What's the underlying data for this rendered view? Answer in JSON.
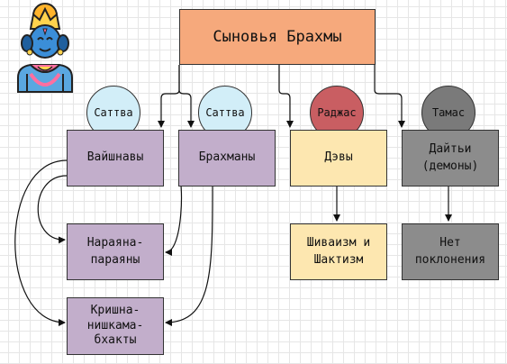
{
  "title": "Сыновья Брахмы",
  "gunas": {
    "sattva_1": "Саттва",
    "sattva_2": "Саттва",
    "rajas": "Раджас",
    "tamas": "Тамас"
  },
  "nodes": {
    "vaishnavas": "Вайшнавы",
    "brahmanas": "Брахманы",
    "devas": "Дэвы",
    "daityas": "Дайтьи\n(демоны)",
    "narayana": "Нараяна-\nпараяны",
    "krishna": "Кришна-\nнишкама-\nбхакты",
    "shaivism": "Шиваизм и\nШактизм",
    "no_worship": "Нет\nпоклонения"
  },
  "colors": {
    "title": "#f6a97c",
    "sattva_circle": "#d2eef8",
    "rajas_circle": "#c95e62",
    "tamas_circle": "#7a7a7a",
    "purple_box": "#c2aecb",
    "yellow_box": "#fde7b0",
    "gray_box": "#8c8c8c"
  },
  "icons": {
    "top_left": "krishna-icon"
  }
}
